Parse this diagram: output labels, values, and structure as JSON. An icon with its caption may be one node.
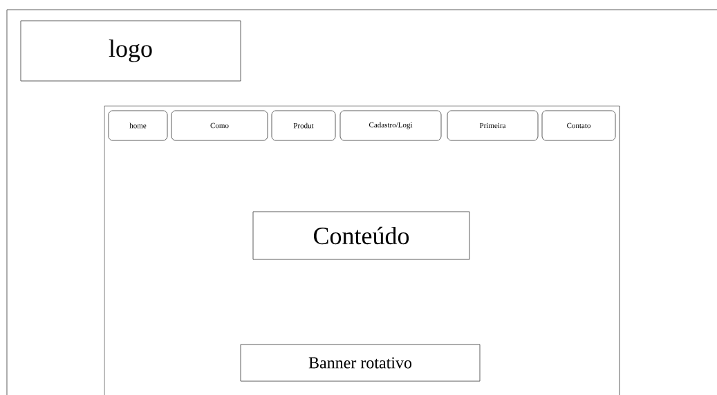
{
  "diagram": {
    "nodes": [
      {
        "text": [],
        "shape": "box"
      },
      {
        "text": [
          "logo"
        ],
        "in": 0
      },
      {
        "text": [],
        "shape": "box",
        "in": 0
      },
      {
        "text": [
          "home"
        ],
        "in": 2
      },
      {
        "text": [
          "Como"
        ],
        "in": 2
      },
      {
        "text": [
          "Produt"
        ],
        "in": 2
      },
      {
        "text": [
          "Cadastro/Logi"
        ],
        "in": 2
      },
      {
        "text": [
          "Primeira"
        ],
        "in": 2
      },
      {
        "text": [
          "Contato"
        ],
        "in": 2
      },
      {
        "text": [
          "Conteúdo"
        ],
        "in": 2
      },
      {
        "text": [
          "Banner rotativo"
        ],
        "in": 2
      }
    ]
  }
}
